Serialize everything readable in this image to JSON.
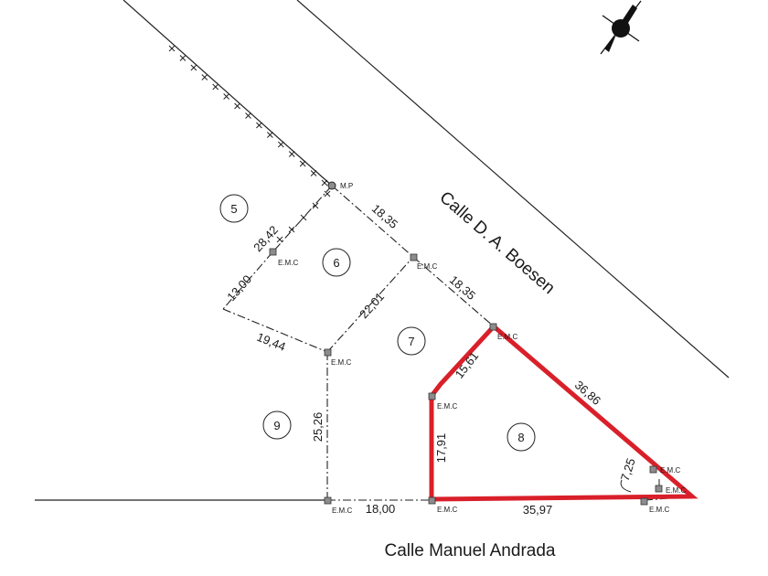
{
  "streets": {
    "diagonal": "Calle D. A. Boesen",
    "bottom": "Calle Manuel Andrada"
  },
  "lots": [
    "5",
    "6",
    "7",
    "8",
    "9"
  ],
  "measures": {
    "m2842": "28,42",
    "m1835a": "18,35",
    "m1835b": "18,35",
    "m1300": "13,00",
    "m2201": "22,01",
    "m1944": "19,44",
    "m1561": "15,61",
    "m3686": "36,86",
    "m2526": "25,26",
    "m1791": "17,91",
    "m725": "7,25",
    "m1800": "18,00",
    "m3597": "35,97"
  },
  "markers": {
    "emc": "E.M.C",
    "mp": "M.P"
  },
  "colors": {
    "highlight": "#d9202a",
    "line": "#222222",
    "marker_fill": "#8c8c8c"
  },
  "icons": {
    "north": "compass-north-icon"
  }
}
